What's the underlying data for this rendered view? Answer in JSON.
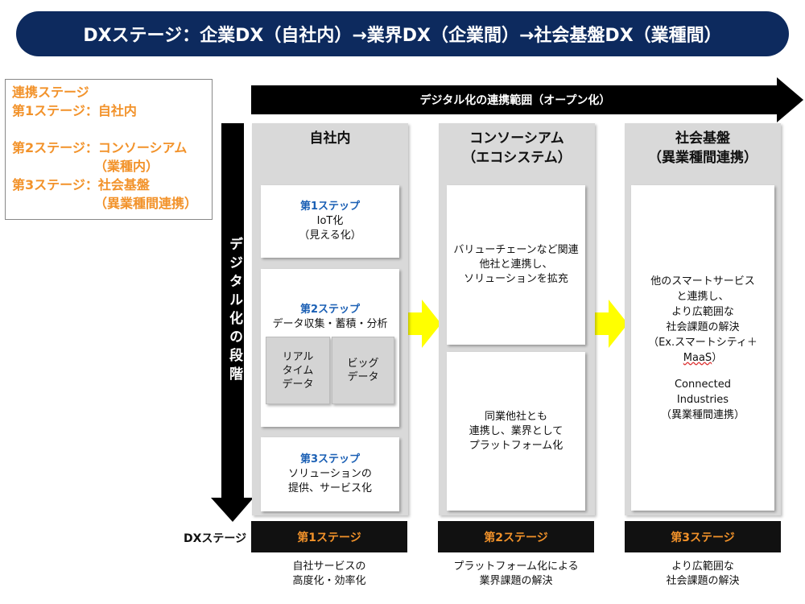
{
  "title": "DXステージ：企業DX（自社内）→業界DX（企業間）→社会基盤DX（業種間）",
  "legend": {
    "heading": "連携ステージ",
    "stage1": "第1ステージ：自社内",
    "stage2": "第2ステージ：コンソーシアム",
    "stage2_sub": "（業種内）",
    "stage3": "第3ステージ：社会基盤",
    "stage3_sub": "（異業種間連携）"
  },
  "horizontal_arrow_label": "デジタル化の連携範囲（オープン化）",
  "vertical_arrow_label": "デジタル化の段階",
  "columns": {
    "c1": {
      "head": "自社内"
    },
    "c2": {
      "head_1": "コンソーシアム",
      "head_2": "（エコシステム）"
    },
    "c3": {
      "head_1": "社会基盤",
      "head_2": "（異業種間連携）"
    }
  },
  "steps": {
    "s1": {
      "title": "第1ステップ",
      "l1": "IoT化",
      "l2": "（見える化）"
    },
    "s2": {
      "title": "第2ステップ",
      "l1": "データ収集・蓄積・分析",
      "a1": "リアル",
      "a2": "タイム",
      "a3": "データ",
      "b1": "ビッグ",
      "b2": "データ"
    },
    "s3": {
      "title": "第3ステップ",
      "l1": "ソリューションの",
      "l2": "提供、サービス化"
    }
  },
  "consortium": {
    "upper": {
      "l1": "バリューチェーンなど関連",
      "l2": "他社と連携し、",
      "l3": "ソリューションを拡充"
    },
    "lower": {
      "l1": "同業他社とも",
      "l2": "連携し、業界として",
      "l3": "プラットフォーム化"
    }
  },
  "social": {
    "l1": "他のスマートサービス",
    "l2": "と連携し、",
    "l3": "より広範囲な",
    "l4": "社会課題の解決",
    "l5a": "（Ex.スマートシティ＋",
    "l5b": "MaaS",
    "l5c": "）",
    "l6": "Connected",
    "l7": "Industries",
    "l8": "（異業種間連携）"
  },
  "dx_stage_label": "DXステージ",
  "stages": [
    "第1ステージ",
    "第2ステージ",
    "第3ステージ"
  ],
  "outcomes": {
    "o1": {
      "l1": "自社サービスの",
      "l2": "高度化・効率化"
    },
    "o2": {
      "l1": "プラットフォーム化による",
      "l2": "業界課題の解決"
    },
    "o3": {
      "l1": "より広範囲な",
      "l2": "社会課題の解決"
    }
  },
  "colors": {
    "title_bg": "#0d2a5e",
    "accent_orange": "#f2922a",
    "step_blue": "#1a5fb4",
    "arrow_yellow": "#ffff00",
    "arrow_black": "#000000"
  }
}
